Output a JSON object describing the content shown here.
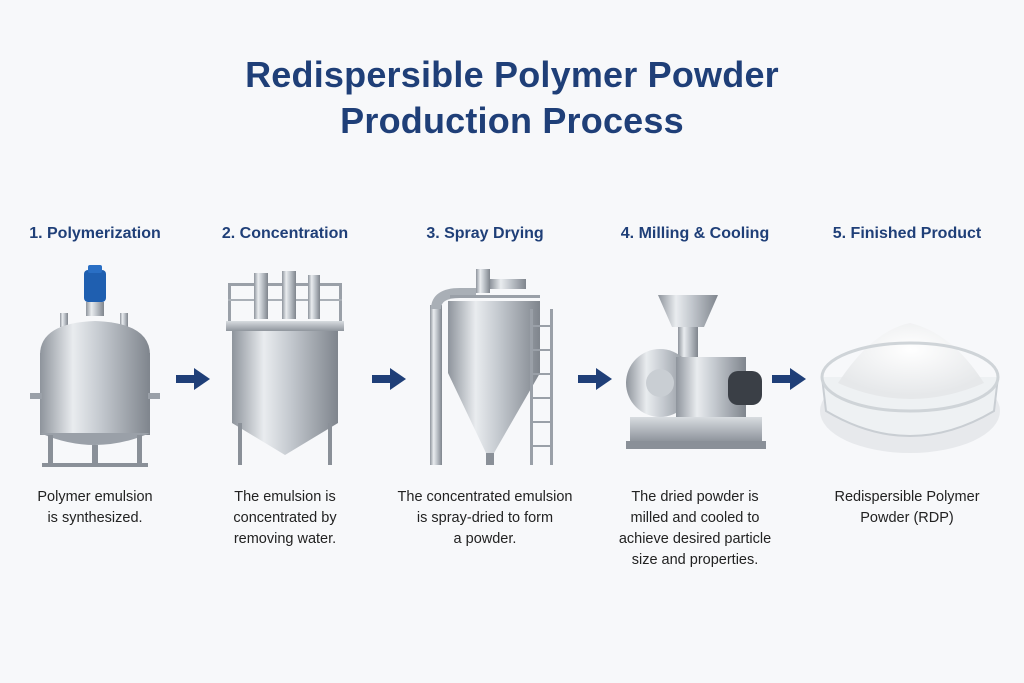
{
  "title": {
    "line1": "Redispersible Polymer Powder",
    "line2": "Production Process"
  },
  "steps": [
    {
      "title": "1. Polymerization",
      "desc": [
        "Polymer emulsion",
        "is synthesized."
      ]
    },
    {
      "title": "2. Concentration",
      "desc": [
        "The emulsion is",
        "concentrated by",
        "removing water."
      ]
    },
    {
      "title": "3. Spray Drying",
      "desc": [
        "The concentrated emulsion",
        "is spray-dried to form",
        "a powder."
      ]
    },
    {
      "title": "4. Milling & Cooling",
      "desc": [
        "The dried powder is",
        "milled and cooled to",
        "achieve desired particle",
        "size and properties."
      ]
    },
    {
      "title": "5. Finished Product",
      "desc": [
        "Redispersible Polymer",
        "Powder (RDP)"
      ]
    }
  ],
  "colors": {
    "title": "#1f3f78",
    "arrow": "#1f3f78",
    "steel": "#b9bec5",
    "motor": "#1f5fb0",
    "powder": "#fbfbfb"
  },
  "icons": [
    "reactor-icon",
    "concentrator-tank-icon",
    "spray-dryer-icon",
    "mill-icon",
    "powder-dish-icon",
    "arrow-right-icon"
  ]
}
